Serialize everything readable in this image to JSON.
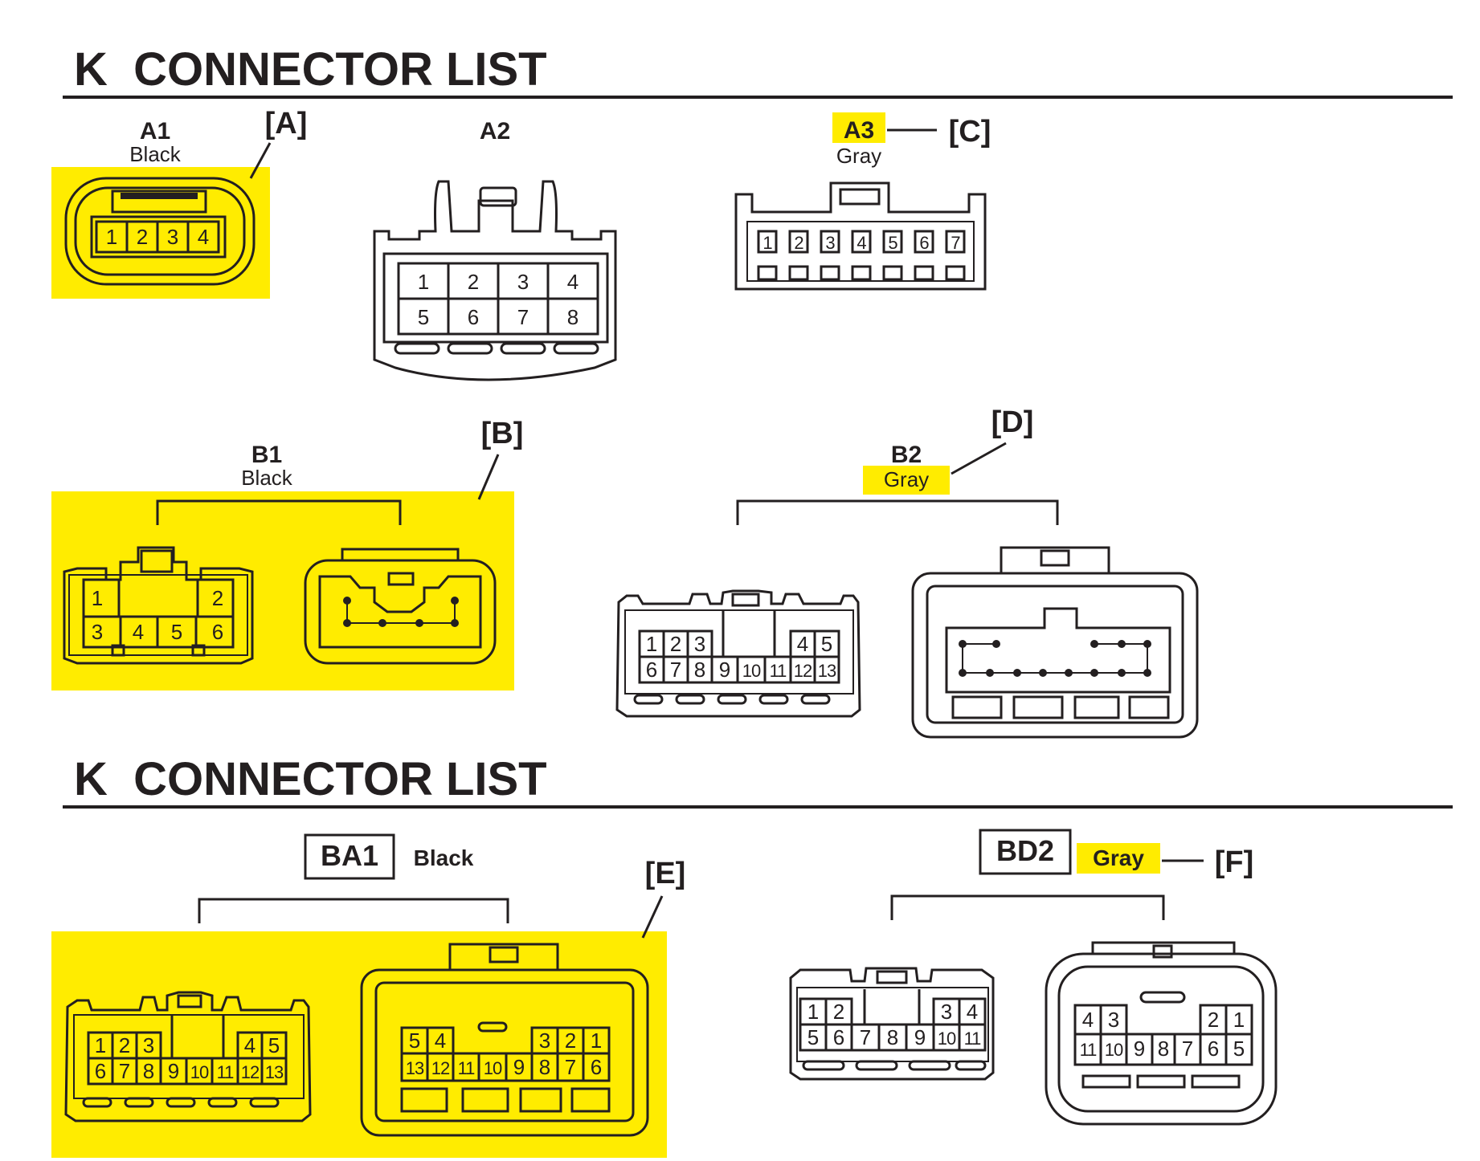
{
  "page": {
    "title_top": "K  CONNECTOR LIST",
    "title_bottom": "K  CONNECTOR LIST",
    "highlight_color": "#ffec00",
    "ink_color": "#231f20"
  },
  "connectors": {
    "a1": {
      "code": "A1",
      "color": "Black",
      "callout": "[A]",
      "highlighted": true,
      "pins": [
        "1",
        "2",
        "3",
        "4"
      ]
    },
    "a2": {
      "code": "A2",
      "pins_row1": [
        "1",
        "2",
        "3",
        "4"
      ],
      "pins_row2": [
        "5",
        "6",
        "7",
        "8"
      ]
    },
    "a3": {
      "code": "A3",
      "color": "Gray",
      "callout": "[C]",
      "code_highlighted": true,
      "pins": [
        "1",
        "2",
        "3",
        "4",
        "5",
        "6",
        "7"
      ]
    },
    "b1": {
      "code": "B1",
      "color": "Black",
      "callout": "[B]",
      "highlighted": true,
      "pins_top": [
        "1",
        "2"
      ],
      "pins_bottom": [
        "3",
        "4",
        "5",
        "6"
      ]
    },
    "b2": {
      "code": "B2",
      "color": "Gray",
      "callout": "[D]",
      "color_highlighted": true,
      "pins_row1": [
        "1",
        "2",
        "3",
        "4",
        "5"
      ],
      "pins_row2": [
        "6",
        "7",
        "8",
        "9",
        "10",
        "11",
        "12",
        "13"
      ]
    },
    "ba1": {
      "code": "BA1",
      "color": "Black",
      "callout": "[E]",
      "highlighted": true,
      "left_row1": [
        "1",
        "2",
        "3",
        "4",
        "5"
      ],
      "left_row2": [
        "6",
        "7",
        "8",
        "9",
        "10",
        "11",
        "12",
        "13"
      ],
      "right_row1": [
        "5",
        "4",
        "3",
        "2",
        "1"
      ],
      "right_row2": [
        "13",
        "12",
        "11",
        "10",
        "9",
        "8",
        "7",
        "6"
      ]
    },
    "bd2": {
      "code": "BD2",
      "color": "Gray",
      "callout": "[F]",
      "color_highlighted": true,
      "left_row1": [
        "1",
        "2",
        "3",
        "4"
      ],
      "left_row2": [
        "5",
        "6",
        "7",
        "8",
        "9",
        "10",
        "11"
      ],
      "right_row1": [
        "4",
        "3",
        "2",
        "1"
      ],
      "right_row2": [
        "11",
        "10",
        "9",
        "8",
        "7",
        "6",
        "5"
      ]
    }
  }
}
